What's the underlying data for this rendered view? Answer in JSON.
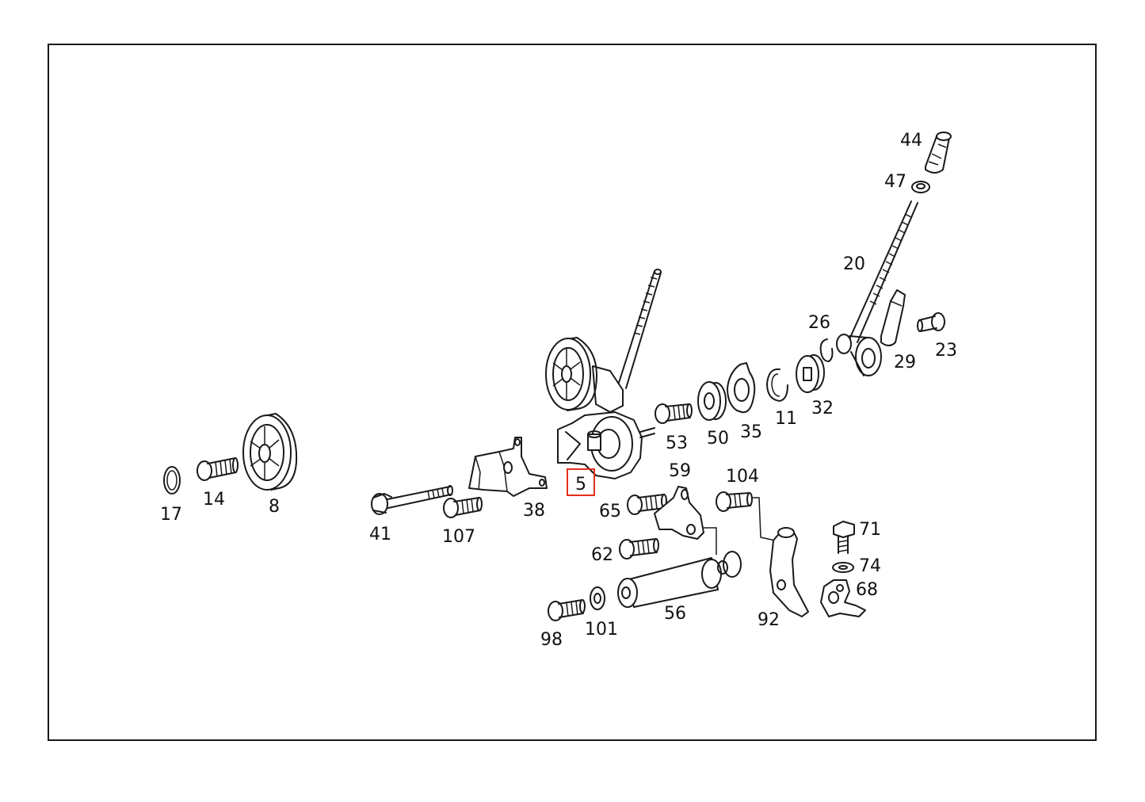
{
  "diagram": {
    "highlighted_part": "5",
    "highlight_color": "#e0301e",
    "line_color": "#1a1a1a",
    "parts": [
      {
        "id": "p44",
        "label": "44"
      },
      {
        "id": "p47",
        "label": "47"
      },
      {
        "id": "p20",
        "label": "20"
      },
      {
        "id": "p26",
        "label": "26"
      },
      {
        "id": "p23",
        "label": "23"
      },
      {
        "id": "p29",
        "label": "29"
      },
      {
        "id": "p32",
        "label": "32"
      },
      {
        "id": "p11",
        "label": "11"
      },
      {
        "id": "p35",
        "label": "35"
      },
      {
        "id": "p50",
        "label": "50"
      },
      {
        "id": "p53",
        "label": "53"
      },
      {
        "id": "p5",
        "label": "5"
      },
      {
        "id": "p59",
        "label": "59"
      },
      {
        "id": "p104",
        "label": "104"
      },
      {
        "id": "p71",
        "label": "71"
      },
      {
        "id": "p74",
        "label": "74"
      },
      {
        "id": "p68",
        "label": "68"
      },
      {
        "id": "p17",
        "label": "17"
      },
      {
        "id": "p14",
        "label": "14"
      },
      {
        "id": "p8",
        "label": "8"
      },
      {
        "id": "p41",
        "label": "41"
      },
      {
        "id": "p107",
        "label": "107"
      },
      {
        "id": "p38",
        "label": "38"
      },
      {
        "id": "p65",
        "label": "65"
      },
      {
        "id": "p62",
        "label": "62"
      },
      {
        "id": "p56",
        "label": "56"
      },
      {
        "id": "p92",
        "label": "92"
      },
      {
        "id": "p98",
        "label": "98"
      },
      {
        "id": "p101",
        "label": "101"
      }
    ]
  }
}
